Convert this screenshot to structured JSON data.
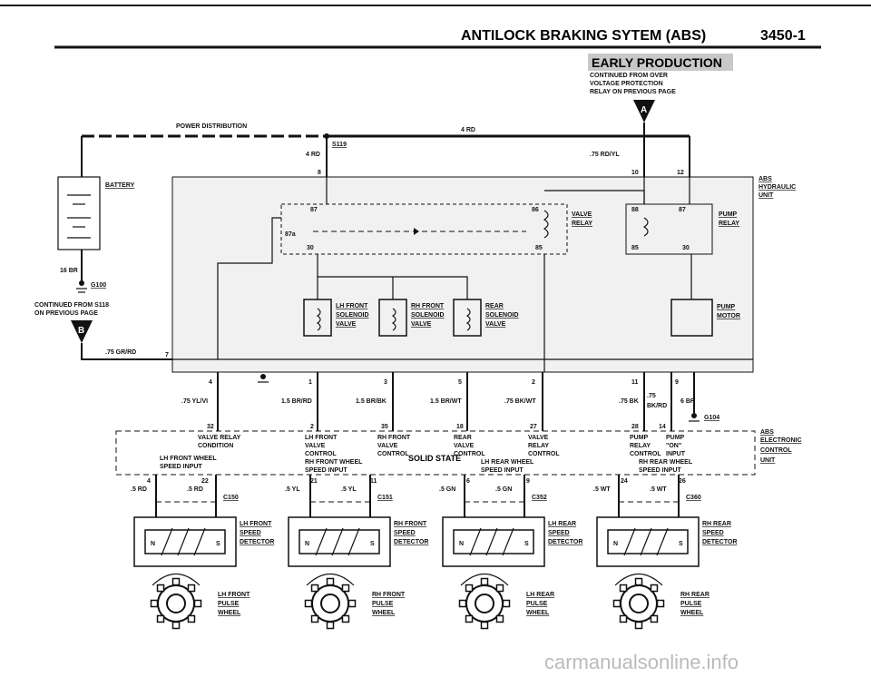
{
  "header": {
    "title": "ANTILOCK BRAKING SYTEM (ABS)",
    "page_number": "3450-1",
    "badge": "EARLY PRODUCTION",
    "note_line1": "CONTINUED FROM OVER",
    "note_line2": "VOLTAGE PROTECTION",
    "note_line3": "RELAY ON PREVIOUS PAGE"
  },
  "connectors": {
    "a": "A",
    "b": "B"
  },
  "power": {
    "distribution": "POWER DISTRIBUTION",
    "wire_top": "4 RD",
    "splice": "S119",
    "wire_s119": "4 RD",
    "wire_relay": ".75 RD/YL",
    "battery": "BATTERY",
    "battery_wire": "16 BR",
    "ground_main": "G100",
    "cont_line1": "CONTINUED FROM S118",
    "cont_line2": "ON PREVIOUS PAGE",
    "wire_b": ".75 GR/RD"
  },
  "unit": {
    "name1": "ABS",
    "name2": "HYDRAULIC",
    "name3": "UNIT",
    "valve_relay1": "VALVE",
    "valve_relay2": "RELAY",
    "pump_relay1": "PUMP",
    "pump_relay2": "RELAY",
    "pump_motor1": "PUMP",
    "pump_motor2": "MOTOR",
    "lh_front1": "LH FRONT",
    "lh_front2": "SOLENOID",
    "lh_front3": "VALVE",
    "rh_front1": "RH FRONT",
    "rh_front2": "SOLENOID",
    "rh_front3": "VALVE",
    "rear1": "REAR",
    "rear2": "SOLENOID",
    "rear3": "VALVE"
  },
  "pins": {
    "p8": "8",
    "p10": "10",
    "p12": "12",
    "p87": "87",
    "p87a": "87a",
    "p30": "30",
    "p86": "86",
    "p85": "85",
    "p88": "88",
    "p87b": "87",
    "p85b": "85",
    "p30b": "30",
    "p4": "4",
    "p1": "1",
    "p3": "3",
    "p5": "5",
    "p2": "2",
    "p11": "11",
    "p9": "9",
    "p7": "7"
  },
  "wires": {
    "w1": ".75 YL/VI",
    "w2": "1.5 BR/RD",
    "w3": "1.5 BR/BK",
    "w4": "1.5 BR/WT",
    "w5": ".75 BK/WT",
    "w6": ".75 BK",
    "w6b": ".75",
    "w6c": "BK/RD",
    "w7": "6 BR",
    "ground2": "G104"
  },
  "ecu": {
    "name1": "ABS",
    "name2": "ELECTRONIC",
    "name3": "CONTROL",
    "name4": "UNIT",
    "solid_state": "SOLID STATE",
    "pin32": "32",
    "pin2": "2",
    "pin35": "35",
    "pin18": "18",
    "pin27": "27",
    "pin28": "28",
    "pin14": "14",
    "l1a": "VALVE RELAY",
    "l1b": "CONDITION",
    "l2a": "LH FRONT",
    "l2b": "VALVE",
    "l2c": "CONTROL",
    "l3a": "RH FRONT",
    "l3b": "VALVE",
    "l3c": "CONTROL",
    "l4a": "REAR",
    "l4b": "VALVE",
    "l4c": "CONTROL",
    "l5a": "VALVE",
    "l5b": "RELAY",
    "l5c": "CONTROL",
    "l6a": "PUMP",
    "l6b": "RELAY",
    "l6c": "CONTROL",
    "l7a": "PUMP",
    "l7b": "\"ON\"",
    "l7c": "INPUT",
    "s1a": "LH FRONT WHEEL",
    "s1b": "SPEED INPUT",
    "s2a": "RH FRONT WHEEL",
    "s2b": "SPEED INPUT",
    "s3a": "LH REAR WHEEL",
    "s3b": "SPEED INPUT",
    "s4a": "RH REAR WHEEL",
    "s4b": "SPEED INPUT",
    "pin4": "4",
    "pin22": "22",
    "pin21": "21",
    "pin11": "11",
    "pin6": "6",
    "pin9": "9",
    "pin24": "24",
    "pin26": "26"
  },
  "sensors": [
    {
      "w1": ".5 RD",
      "w2": ".5 RD",
      "conn": "C150",
      "l1": "LH FRONT",
      "l2": "SPEED",
      "l3": "DETECTOR",
      "p1": "LH FRONT",
      "p2": "PULSE",
      "p3": "WHEEL",
      "n": "N",
      "s": "S"
    },
    {
      "w1": ".5 YL",
      "w2": ".5 YL",
      "conn": "C151",
      "l1": "RH FRONT",
      "l2": "SPEED",
      "l3": "DETECTOR",
      "p1": "RH FRONT",
      "p2": "PULSE",
      "p3": "WHEEL",
      "n": "N",
      "s": "S"
    },
    {
      "w1": ".5 GN",
      "w2": ".5 GN",
      "conn": "C352",
      "l1": "LH REAR",
      "l2": "SPEED",
      "l3": "DETECTOR",
      "p1": "LH REAR",
      "p2": "PULSE",
      "p3": "WHEEL",
      "n": "N",
      "s": "S"
    },
    {
      "w1": ".5 WT",
      "w2": ".5 WT",
      "conn": "C360",
      "l1": "RH REAR",
      "l2": "SPEED",
      "l3": "DETECTOR",
      "p1": "RH REAR",
      "p2": "PULSE",
      "p3": "WHEEL",
      "n": "N",
      "s": "S"
    }
  ],
  "footer": {
    "watermark": "carmanualsonline.info"
  }
}
